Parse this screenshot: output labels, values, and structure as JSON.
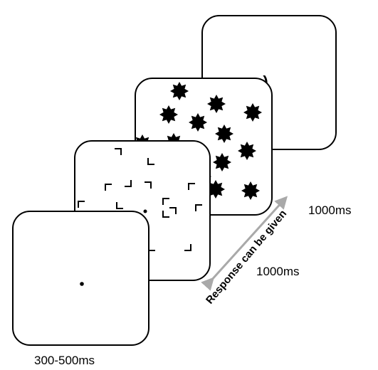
{
  "screens": {
    "feedback": {
      "symbol": ":)"
    },
    "stars": {
      "shape": "eight-point-star"
    },
    "corners": {
      "shape": "corner-bracket"
    },
    "fixation": {
      "shape": "dot"
    }
  },
  "labels": {
    "fixation_duration": "300-500ms",
    "stimulus_duration": "1000ms",
    "feedback_duration": "1000ms",
    "response_window": "Response can be given"
  },
  "colors": {
    "stroke": "#000000",
    "arrow": "#a9a9a9",
    "background": "#ffffff"
  }
}
